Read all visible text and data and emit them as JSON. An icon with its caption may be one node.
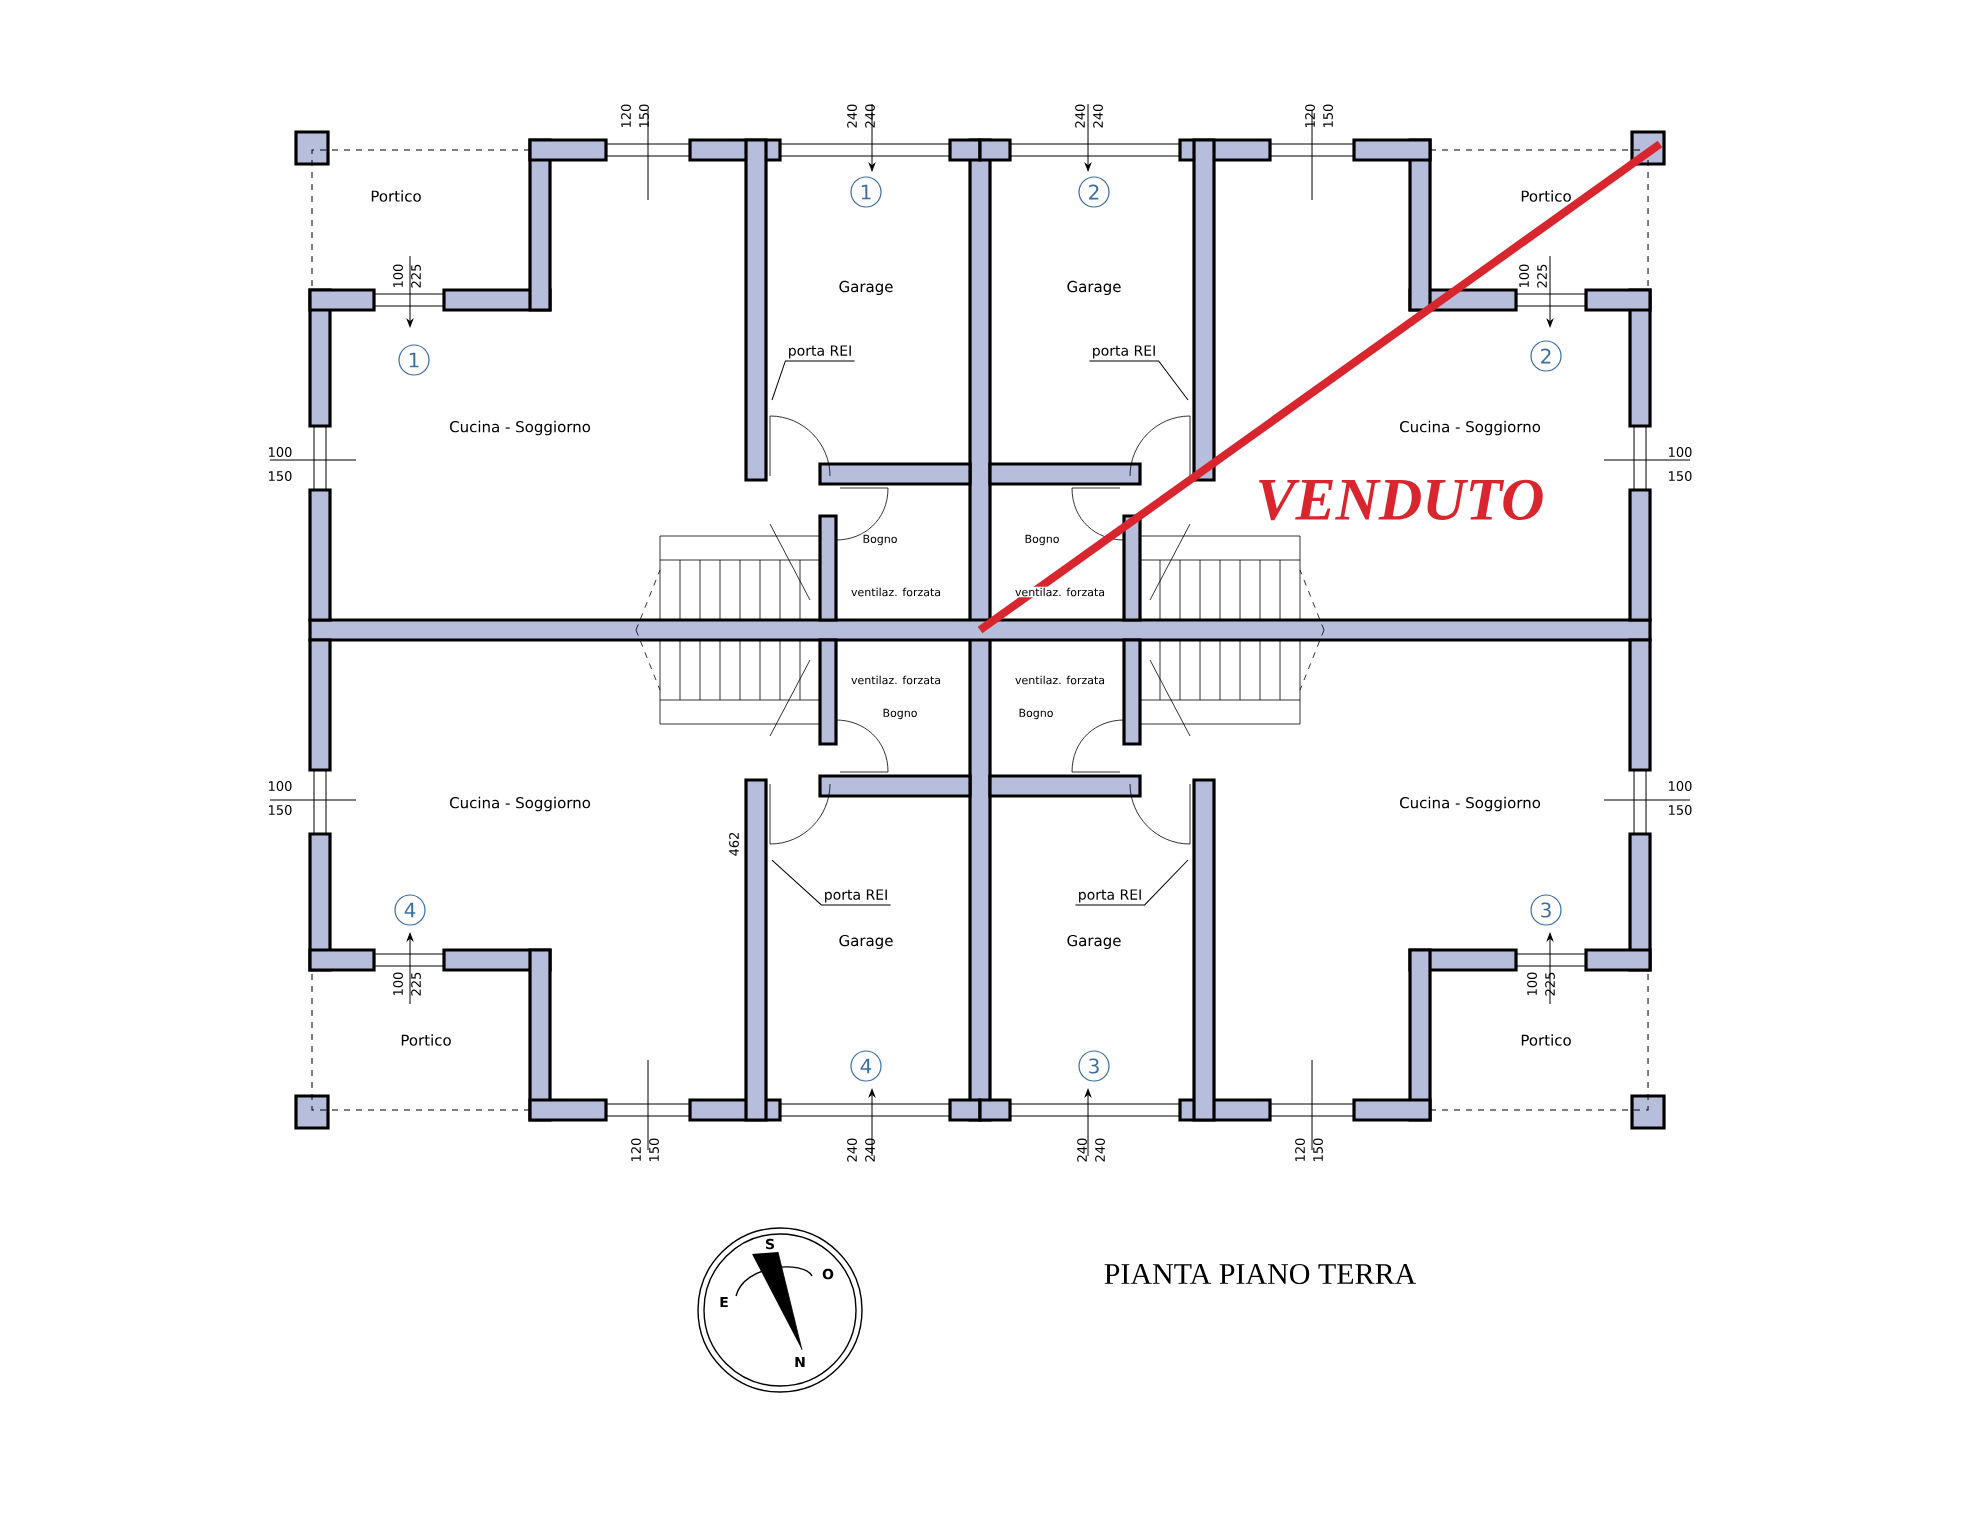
{
  "diagram": {
    "title": "PIANTA PIANO TERRA",
    "nodes": [
      {
        "text": [
          "porta REI"
        ]
      },
      {
        "text": [
          "porta REI"
        ]
      },
      {
        "text": [
          "porta REI"
        ]
      },
      {
        "text": [
          "porta REI"
        ]
      }
    ],
    "edges": [
      {
        "from": 0,
        "to": null,
        "arrow": "none"
      },
      {
        "from": 1,
        "to": null,
        "arrow": "none"
      },
      {
        "from": 2,
        "to": null,
        "arrow": "none"
      },
      {
        "from": 3,
        "to": null,
        "arrow": "none"
      }
    ],
    "labels": [
      "120",
      "150",
      "240",
      "240",
      "240",
      "240",
      "120",
      "150",
      "Portico",
      "1",
      "2",
      "Portico",
      "Garage",
      "Garage",
      "100",
      "225",
      "100",
      "225",
      "1",
      "2",
      "Cucina - Soggiorno",
      "Cucina - Soggiorno",
      "100",
      "150",
      "100",
      "150",
      "VENDUTO",
      "Bogno",
      "Bogno",
      "ventilaz. forzata",
      "ventilaz. forzata",
      "ventilaz. forzata",
      "ventilaz. forzata",
      "Bogno",
      "Bogno",
      "100",
      "150",
      "100",
      "150",
      "Cucina - Soggiorno",
      "Cucina - Soggiorno",
      "462",
      "4",
      "3",
      "Garage",
      "Garage",
      "100",
      "225",
      "100",
      "225",
      "Portico",
      "Portico",
      "4",
      "3",
      "120",
      "150",
      "240",
      "240",
      "240",
      "240",
      "120",
      "150",
      "S",
      "O",
      "E",
      "N"
    ]
  }
}
